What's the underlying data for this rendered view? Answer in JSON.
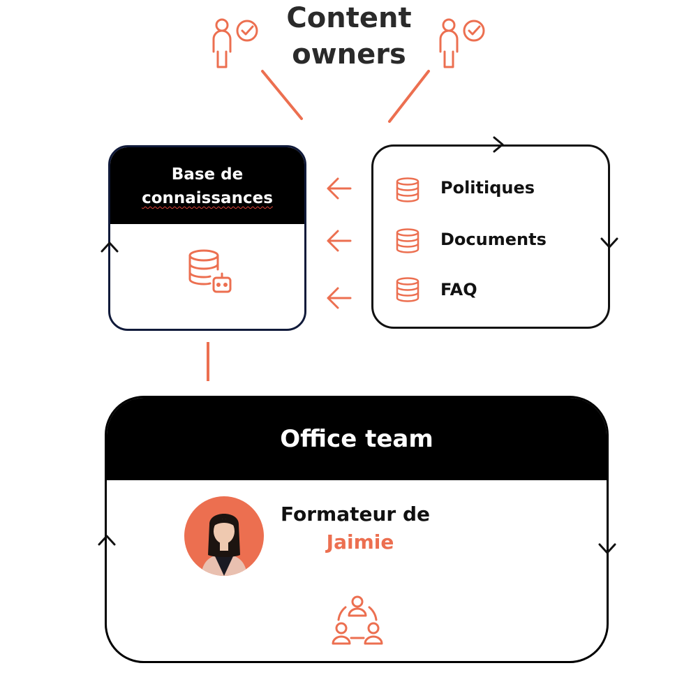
{
  "header": {
    "title_line1": "Content",
    "title_line2": "owners"
  },
  "knowledge_base": {
    "title_line1": "Base de",
    "title_line2": "connaissances"
  },
  "sources": [
    {
      "label": "Politiques",
      "icon": "database-icon"
    },
    {
      "label": "Documents",
      "icon": "database-icon"
    },
    {
      "label": "FAQ",
      "icon": "database-icon"
    }
  ],
  "office_team": {
    "title": "Office team",
    "trainer_line1": "Formateur de",
    "trainer_name": "Jaimie"
  },
  "colors": {
    "accent": "#ec6f50",
    "black": "#000000",
    "navy": "#101a3a"
  }
}
